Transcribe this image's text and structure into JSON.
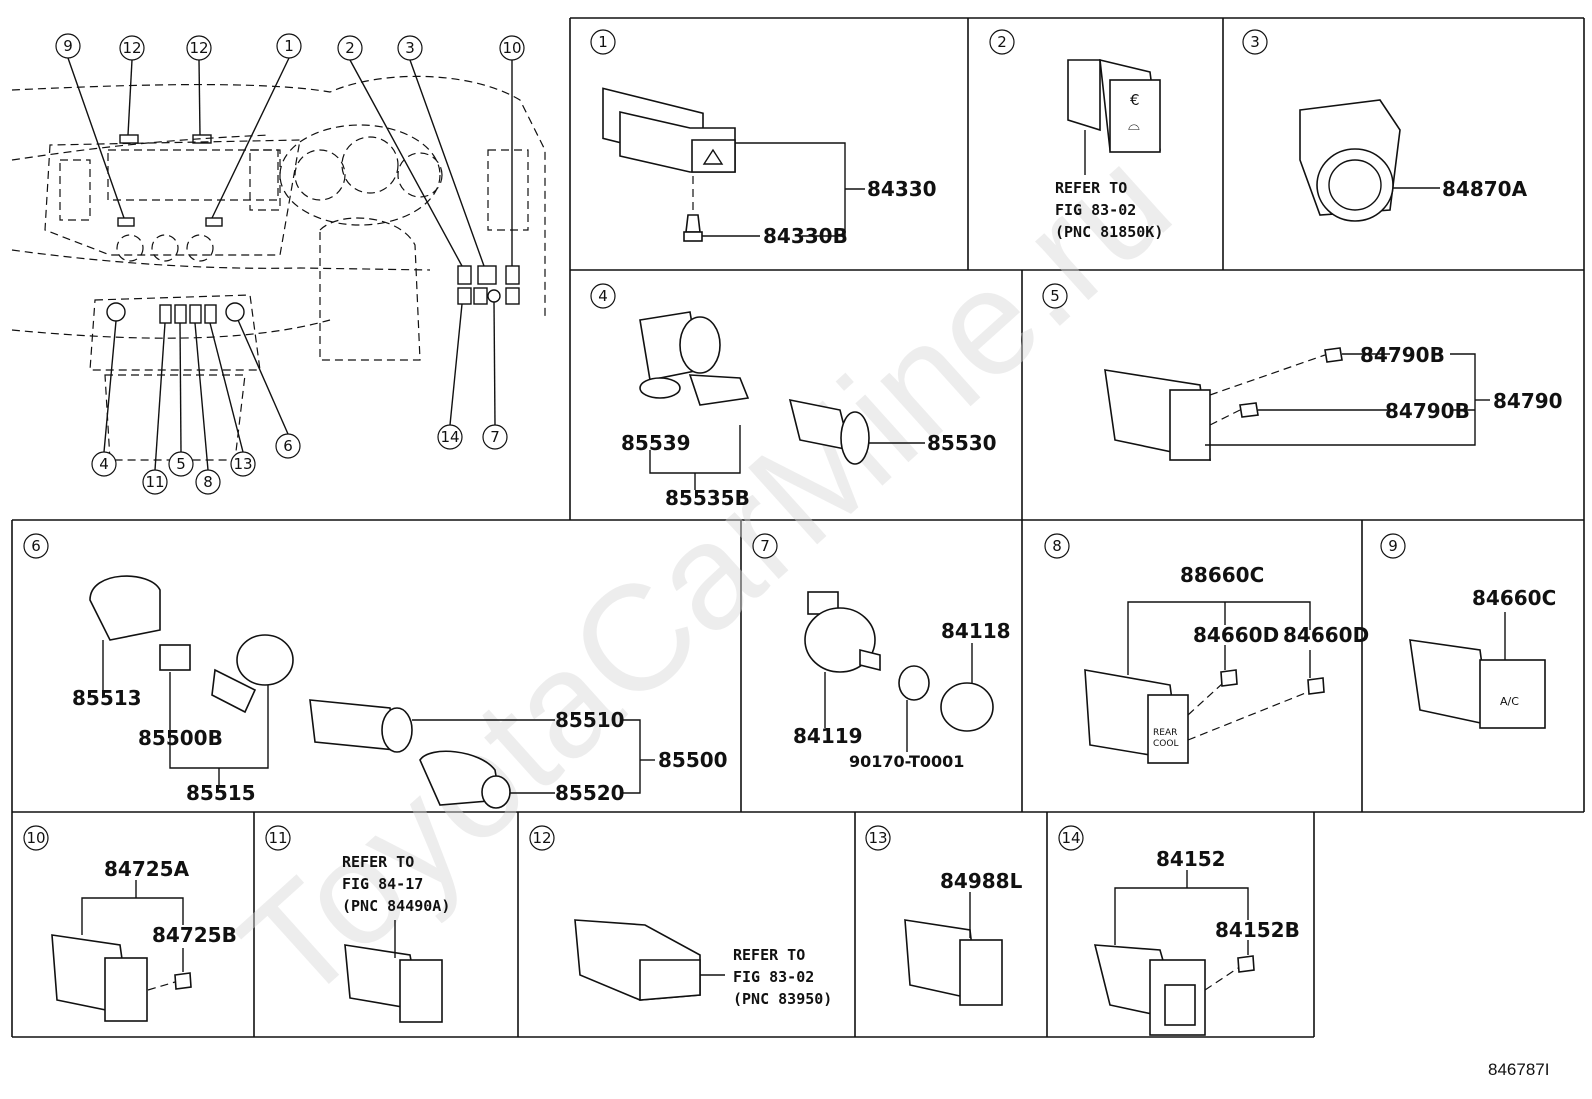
{
  "watermark": "ToyotaCarMine.ru",
  "figure_code": "846787I",
  "overview": {
    "callouts": [
      "9",
      "12",
      "12",
      "1",
      "2",
      "3",
      "10",
      "4",
      "11",
      "5",
      "8",
      "13",
      "6",
      "14",
      "7"
    ]
  },
  "panels": [
    {
      "id": "1",
      "parts": [
        "84330",
        "84330B"
      ]
    },
    {
      "id": "2",
      "refer": [
        "REFER TO",
        "FIG 83-02",
        "(PNC 81850K)"
      ]
    },
    {
      "id": "3",
      "parts": [
        "84870A"
      ]
    },
    {
      "id": "4",
      "parts": [
        "85539",
        "85530",
        "85535B"
      ]
    },
    {
      "id": "5",
      "parts": [
        "84790B",
        "84790B",
        "84790"
      ]
    },
    {
      "id": "6",
      "parts": [
        "85513",
        "85500B",
        "85515",
        "85510",
        "85500",
        "85520"
      ]
    },
    {
      "id": "7",
      "parts": [
        "84118",
        "84119",
        "90170-T0001"
      ]
    },
    {
      "id": "8",
      "parts": [
        "88660C",
        "84660D",
        "84660D"
      ]
    },
    {
      "id": "9",
      "parts": [
        "84660C"
      ]
    },
    {
      "id": "10",
      "parts": [
        "84725A",
        "84725B"
      ]
    },
    {
      "id": "11",
      "refer": [
        "REFER TO",
        "FIG 84-17",
        "(PNC 84490A)"
      ]
    },
    {
      "id": "12",
      "refer": [
        "REFER TO",
        "FIG 83-02",
        "(PNC 83950)"
      ]
    },
    {
      "id": "13",
      "parts": [
        "84988L"
      ]
    },
    {
      "id": "14",
      "parts": [
        "84152",
        "84152B"
      ]
    }
  ],
  "switch_text": {
    "rear_cool": [
      "REAR",
      "COOL"
    ],
    "ac": "A/C"
  }
}
